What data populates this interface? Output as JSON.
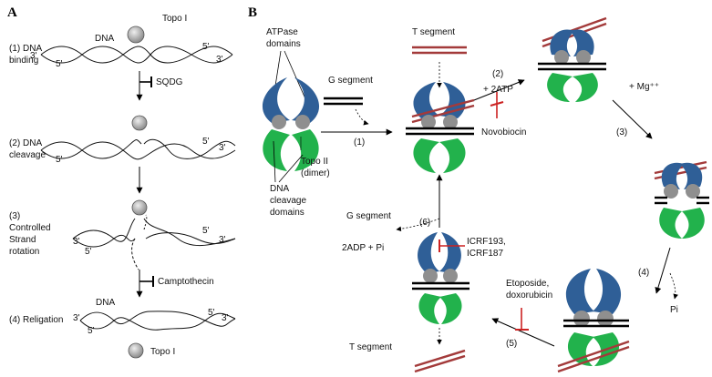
{
  "panels": {
    "a": "A",
    "b": "B"
  },
  "colors": {
    "atpase_domain": "#2f5f97",
    "cleavage_domain": "#22b24c",
    "hinge": "#8f8f8f",
    "t_segment": "#a33a3a",
    "inhibitor_bar": "#cc2222",
    "dna": "#000000",
    "topo_sphere": "#bdbdbd"
  },
  "panel_a": {
    "topo_top_label": "Topo I",
    "dna_label": "DNA",
    "steps": [
      {
        "label": "(1) DNA binding"
      },
      {
        "label": "(2) DNA cleavage"
      },
      {
        "label": "(3) Controlled Strand rotation"
      },
      {
        "label": "(4) Religation"
      }
    ],
    "inhibitor_1": "SQDG",
    "inhibitor_2": "Camptothecin",
    "dna_bottom_label": "DNA",
    "topo_bottom_label": "Topo I",
    "end_3": "3'",
    "end_5": "5'"
  },
  "panel_b": {
    "atpase_label": "ATPase domains",
    "cleavage_label": "DNA cleavage domains",
    "topo2_label": "Topo II (dimer)",
    "g_segment_top": "G segment",
    "t_segment_top": "T segment",
    "step1": "(1)",
    "step2": "(2)",
    "plus_2atp": "+ 2ATP",
    "novobiocin": "Novobiocin",
    "plus_mg": "+ Mg⁺⁺",
    "step3": "(3)",
    "step4": "(4)",
    "pi": "Pi",
    "step5": "(5)",
    "etoposide": "Etoposide,",
    "doxorubicin": "doxorubicin",
    "t_segment_bottom": "T segment",
    "step6": "(6)",
    "g_segment_left": "G segment",
    "adp_pi": "2ADP + Pi",
    "icrf193": "ICRF193,",
    "icrf187": "ICRF187"
  }
}
